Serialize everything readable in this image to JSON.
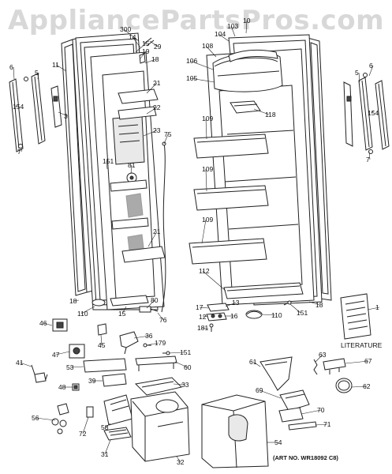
{
  "watermark": "AppliancePartsPros.com",
  "diagram": {
    "literature_label": "LITERATURE",
    "art_number": "(ART NO. WR18092 C8)",
    "part_labels": [
      {
        "id": "300",
        "text": "300"
      },
      {
        "id": "14",
        "text": "14"
      },
      {
        "id": "29",
        "text": "29"
      },
      {
        "id": "15a",
        "text": "15"
      },
      {
        "id": "19",
        "text": "19"
      },
      {
        "id": "18a",
        "text": "18"
      },
      {
        "id": "11",
        "text": "11"
      },
      {
        "id": "6a",
        "text": "6"
      },
      {
        "id": "5a",
        "text": "5"
      },
      {
        "id": "154a",
        "text": "154"
      },
      {
        "id": "3",
        "text": "3"
      },
      {
        "id": "7a",
        "text": "7"
      },
      {
        "id": "21a",
        "text": "21"
      },
      {
        "id": "22",
        "text": "22"
      },
      {
        "id": "23",
        "text": "23"
      },
      {
        "id": "75",
        "text": "75"
      },
      {
        "id": "151a",
        "text": "151"
      },
      {
        "id": "81",
        "text": "81"
      },
      {
        "id": "21b",
        "text": "21"
      },
      {
        "id": "18b",
        "text": "18"
      },
      {
        "id": "80",
        "text": "80"
      },
      {
        "id": "110a",
        "text": "110"
      },
      {
        "id": "15b",
        "text": "15"
      },
      {
        "id": "76",
        "text": "76"
      },
      {
        "id": "10",
        "text": "10"
      },
      {
        "id": "103",
        "text": "103"
      },
      {
        "id": "104",
        "text": "104"
      },
      {
        "id": "108",
        "text": "108"
      },
      {
        "id": "106",
        "text": "106"
      },
      {
        "id": "105",
        "text": "105"
      },
      {
        "id": "118",
        "text": "118"
      },
      {
        "id": "109a",
        "text": "109"
      },
      {
        "id": "109b",
        "text": "109"
      },
      {
        "id": "109c",
        "text": "109"
      },
      {
        "id": "112",
        "text": "112"
      },
      {
        "id": "6b",
        "text": "6"
      },
      {
        "id": "5b",
        "text": "5"
      },
      {
        "id": "154b",
        "text": "154"
      },
      {
        "id": "7b",
        "text": "7"
      },
      {
        "id": "17",
        "text": "17"
      },
      {
        "id": "13",
        "text": "13"
      },
      {
        "id": "12",
        "text": "12"
      },
      {
        "id": "16",
        "text": "16"
      },
      {
        "id": "181",
        "text": "181"
      },
      {
        "id": "110b",
        "text": "110"
      },
      {
        "id": "151b",
        "text": "151"
      },
      {
        "id": "18c",
        "text": "18"
      },
      {
        "id": "1",
        "text": "1"
      },
      {
        "id": "46",
        "text": "46"
      },
      {
        "id": "45",
        "text": "45"
      },
      {
        "id": "36",
        "text": "36"
      },
      {
        "id": "179",
        "text": "179"
      },
      {
        "id": "151c",
        "text": "151"
      },
      {
        "id": "47",
        "text": "47"
      },
      {
        "id": "41",
        "text": "41"
      },
      {
        "id": "53",
        "text": "53"
      },
      {
        "id": "60",
        "text": "60"
      },
      {
        "id": "39",
        "text": "39"
      },
      {
        "id": "33",
        "text": "33"
      },
      {
        "id": "48",
        "text": "48"
      },
      {
        "id": "61",
        "text": "61"
      },
      {
        "id": "63",
        "text": "63"
      },
      {
        "id": "67",
        "text": "67"
      },
      {
        "id": "62",
        "text": "62"
      },
      {
        "id": "69",
        "text": "69"
      },
      {
        "id": "70",
        "text": "70"
      },
      {
        "id": "71",
        "text": "71"
      },
      {
        "id": "56",
        "text": "56"
      },
      {
        "id": "72",
        "text": "72"
      },
      {
        "id": "58",
        "text": "58"
      },
      {
        "id": "31",
        "text": "31"
      },
      {
        "id": "32",
        "text": "32"
      },
      {
        "id": "54",
        "text": "54"
      }
    ]
  }
}
